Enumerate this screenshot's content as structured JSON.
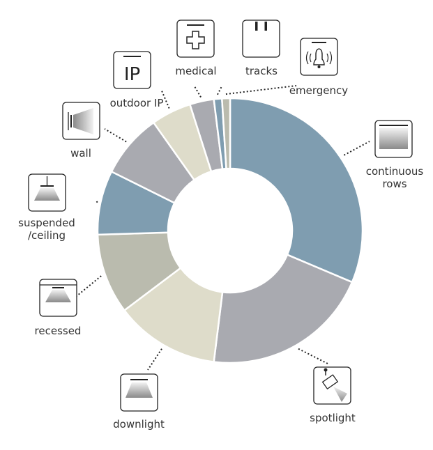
{
  "chart_data": {
    "type": "pie",
    "donut": true,
    "categories": [
      "continuous rows",
      "spotlight",
      "downlight",
      "recessed",
      "suspended /ceiling",
      "wall",
      "outdoor IP",
      "medical",
      "tracks",
      "emergency"
    ],
    "values": [
      32,
      21,
      13,
      10,
      8,
      8,
      5,
      3,
      1,
      1
    ],
    "colors": [
      "#7f9db0",
      "#a9aab0",
      "#dedcca",
      "#babbae",
      "#7f9db0",
      "#a9aab0",
      "#dedcca",
      "#a9aab0",
      "#7f9db0",
      "#babbae"
    ],
    "labels": [
      {
        "lines": [
          "continuous",
          "rows"
        ]
      },
      {
        "lines": [
          "spotlight"
        ]
      },
      {
        "lines": [
          "downlight"
        ]
      },
      {
        "lines": [
          "recessed"
        ]
      },
      {
        "lines": [
          "suspended",
          "/ceiling"
        ]
      },
      {
        "lines": [
          "wall"
        ]
      },
      {
        "lines": [
          "outdoor IP"
        ]
      },
      {
        "lines": [
          "medical"
        ]
      },
      {
        "lines": [
          "tracks"
        ]
      },
      {
        "lines": [
          "emergency"
        ]
      }
    ],
    "icons": [
      "continuous-rows-icon",
      "spotlight-icon",
      "downlight-icon",
      "recessed-icon",
      "suspended-ceiling-icon",
      "wall-icon",
      "outdoor-ip-icon",
      "medical-icon",
      "tracks-icon",
      "emergency-icon"
    ],
    "icon_text": {
      "outdoor_ip": "IP"
    },
    "legend": "none"
  }
}
